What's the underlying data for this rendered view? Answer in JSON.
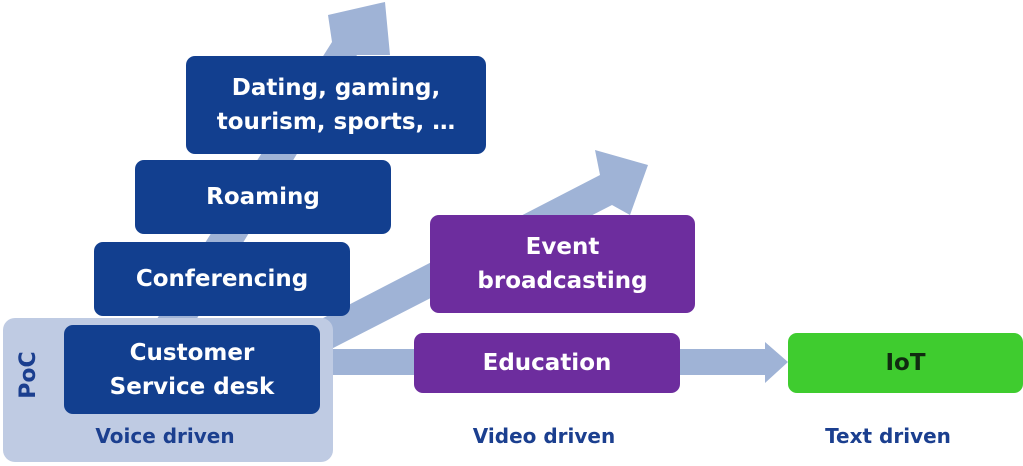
{
  "diagram": {
    "panel_label": "PoC",
    "voice": {
      "customer_service": "Customer\nService desk",
      "conferencing": "Conferencing",
      "roaming": "Roaming",
      "dating": "Dating, gaming,\ntourism, sports, …"
    },
    "video": {
      "event_broadcasting": "Event\nbroadcasting",
      "education": "Education"
    },
    "text": {
      "iot": "IoT"
    },
    "footers": {
      "voice": "Voice driven",
      "video": "Video driven",
      "text": "Text driven"
    }
  },
  "colors": {
    "voice_box": "#123f8f",
    "video_box": "#6d2d9e",
    "text_box": "#3fcc2f",
    "arrow": "#9fb3d6",
    "panel": "#bfcbe3"
  }
}
